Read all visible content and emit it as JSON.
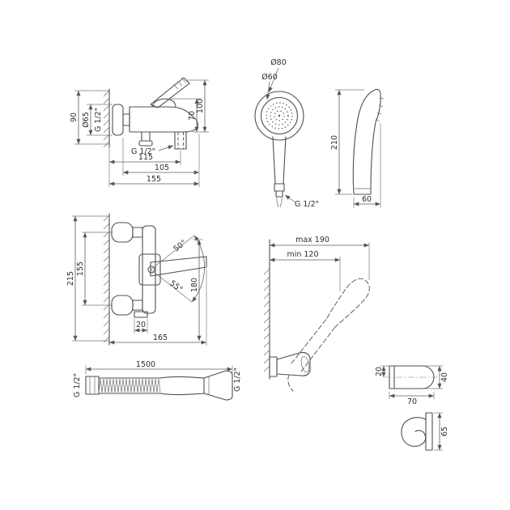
{
  "drawing": {
    "colors": {
      "background": "#ffffff",
      "line": "#4f4f4f",
      "text": "#2e2e2e"
    },
    "views": {
      "mixer_side": {
        "d90": "90",
        "d65": "Ø65",
        "g12_wall": "G 1/2\"",
        "d70": "70",
        "d100": "100",
        "g12_outlet": "G 1/2\"",
        "d115": "115",
        "d105": "105",
        "d155": "155"
      },
      "handset_front": {
        "d80": "Ø80",
        "d60": "Ø60",
        "g12": "G 1/2\""
      },
      "handset_side": {
        "d210": "210",
        "d60": "60"
      },
      "mixer_front": {
        "d215": "215",
        "d155": "155",
        "d180": "180",
        "a50": "50°",
        "a55": "55°",
        "d20": "20",
        "d165": "165"
      },
      "holder_wall": {
        "max190": "max 190",
        "min120": "min 120"
      },
      "hose": {
        "d1500": "1500",
        "g12_left": "G 1/2\"",
        "g12_right": "G 1/2\""
      },
      "bracket": {
        "d20": "20",
        "d70": "70",
        "d40": "40",
        "d65": "65"
      }
    }
  }
}
